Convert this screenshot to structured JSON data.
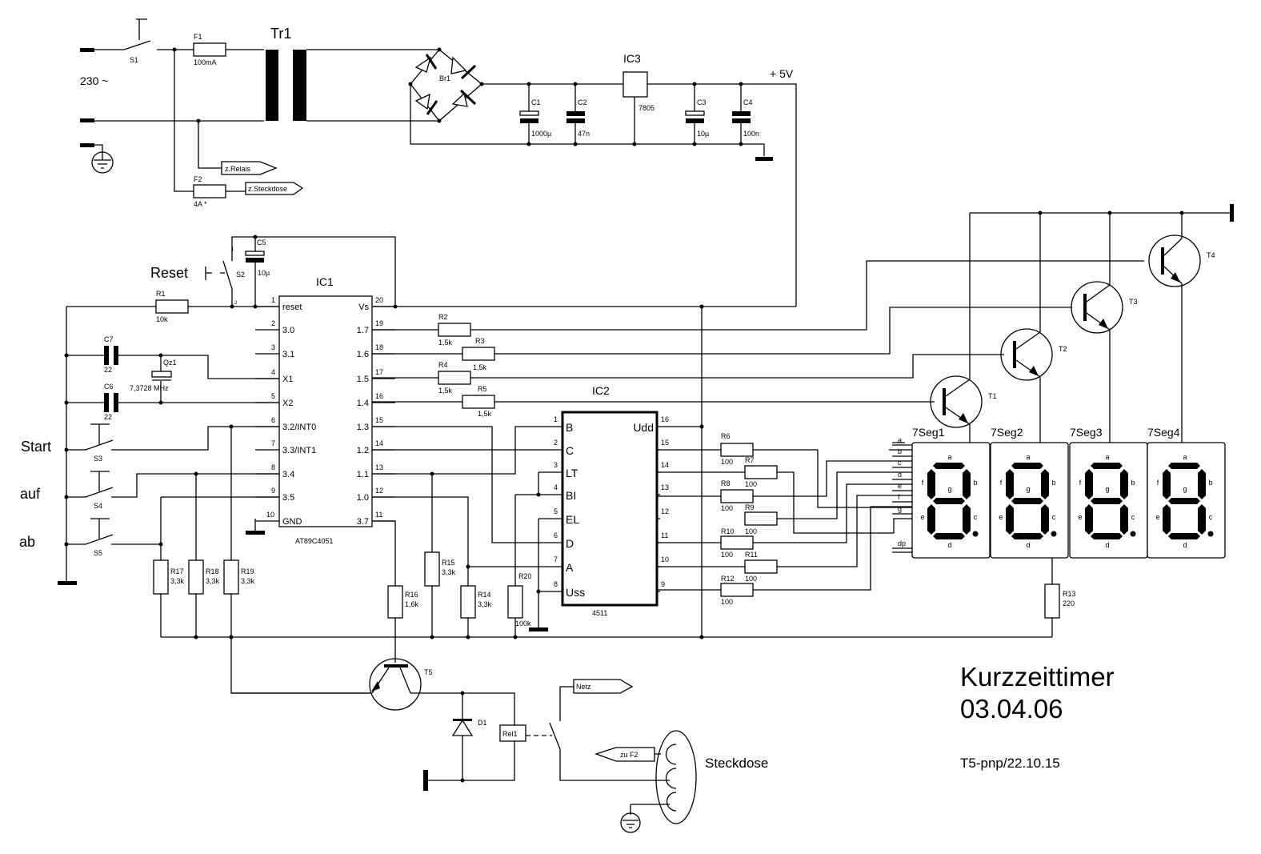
{
  "title": "Kurzzeittimer",
  "date": "03.04.06",
  "revision": "T5-pnp/22.10.15",
  "supply": {
    "mains_label": "230 ~",
    "rail_label": "+ 5V",
    "switch": "S1",
    "fuse1": {
      "ref": "F1",
      "value": "100mA"
    },
    "fuse2": {
      "ref": "F2",
      "value": "4A *"
    },
    "transformer": "Tr1",
    "bridge": "Br1",
    "regulator": {
      "ref": "IC3",
      "value": "7805"
    },
    "caps": [
      {
        "ref": "C1",
        "value": "1000µ"
      },
      {
        "ref": "C2",
        "value": "47n"
      },
      {
        "ref": "C3",
        "value": "10µ"
      },
      {
        "ref": "C4",
        "value": "100n"
      }
    ],
    "port_relais": "z.Relais",
    "port_steckdose": "z.Steckdose"
  },
  "mcu": {
    "ref": "IC1",
    "part": "AT89C4051",
    "left_pins": [
      {
        "num": "1",
        "name": "reset"
      },
      {
        "num": "2",
        "name": "3.0"
      },
      {
        "num": "3",
        "name": "3.1"
      },
      {
        "num": "4",
        "name": "X1"
      },
      {
        "num": "5",
        "name": "X2"
      },
      {
        "num": "6",
        "name": "3.2/INT0"
      },
      {
        "num": "7",
        "name": "3.3/INT1"
      },
      {
        "num": "8",
        "name": "3.4"
      },
      {
        "num": "9",
        "name": "3.5"
      },
      {
        "num": "10",
        "name": "GND"
      }
    ],
    "right_pins": [
      {
        "num": "20",
        "name": "Vs"
      },
      {
        "num": "19",
        "name": "1.7"
      },
      {
        "num": "18",
        "name": "1.6"
      },
      {
        "num": "17",
        "name": "1.5"
      },
      {
        "num": "16",
        "name": "1.4"
      },
      {
        "num": "15",
        "name": "1.3"
      },
      {
        "num": "14",
        "name": "1.2"
      },
      {
        "num": "13",
        "name": "1.1"
      },
      {
        "num": "12",
        "name": "1.0"
      },
      {
        "num": "11",
        "name": "3.7"
      }
    ]
  },
  "decoder": {
    "ref": "IC2",
    "part": "4511",
    "left_pins": [
      {
        "num": "1",
        "name": "B"
      },
      {
        "num": "2",
        "name": "C"
      },
      {
        "num": "3",
        "name": "LT"
      },
      {
        "num": "4",
        "name": "BI"
      },
      {
        "num": "5",
        "name": "EL"
      },
      {
        "num": "6",
        "name": "D"
      },
      {
        "num": "7",
        "name": "A"
      },
      {
        "num": "8",
        "name": "Uss"
      }
    ],
    "right_pins": [
      {
        "num": "16",
        "name": "Udd"
      },
      {
        "num": "15",
        "name": ""
      },
      {
        "num": "14",
        "name": ""
      },
      {
        "num": "13",
        "name": ""
      },
      {
        "num": "12",
        "name": ""
      },
      {
        "num": "11",
        "name": ""
      },
      {
        "num": "10",
        "name": ""
      },
      {
        "num": "9",
        "name": ""
      }
    ]
  },
  "reset": {
    "label": "Reset",
    "switch": "S2",
    "cap": {
      "ref": "C5",
      "value": "10µ"
    },
    "r": {
      "ref": "R1",
      "value": "10k"
    },
    "pin1": "1",
    "pin2": "2"
  },
  "crystal": {
    "ref": "Qz1",
    "value": "7,3728 MHz",
    "c7": {
      "ref": "C7",
      "value": "22"
    },
    "c6": {
      "ref": "C6",
      "value": "22"
    }
  },
  "buttons": [
    {
      "label": "Start",
      "ref": "S3"
    },
    {
      "label": "auf",
      "ref": "S4"
    },
    {
      "label": "ab",
      "ref": "S5"
    }
  ],
  "resistors": {
    "R2": "1,5k",
    "R3": "1,5k",
    "R4": "1,5k",
    "R5": "1,5k",
    "R6": "100",
    "R7": "100",
    "R8": "100",
    "R9": "100",
    "R10": "100",
    "R11": "100",
    "R12": "100",
    "R13": "220",
    "R14": "3,3k",
    "R15": "3,3k",
    "R16": "1,6k",
    "R17": "3,3k",
    "R18": "3,3k",
    "R19": "3,3k",
    "R20": "100k"
  },
  "transistors": [
    "T1",
    "T2",
    "T3",
    "T4",
    "T5"
  ],
  "displays": [
    "7Seg1",
    "7Seg2",
    "7Seg3",
    "7Seg4"
  ],
  "segment_letters": [
    "a",
    "b",
    "c",
    "d",
    "e",
    "f",
    "g"
  ],
  "segment_inputs": [
    "a",
    "b",
    "c",
    "d",
    "e",
    "f",
    "g",
    "dp"
  ],
  "relay": {
    "ref": "Rel1",
    "diode": "D1",
    "port_netz": "Netz",
    "port_f2": "zu F2"
  },
  "socket_label": "Steckdose"
}
